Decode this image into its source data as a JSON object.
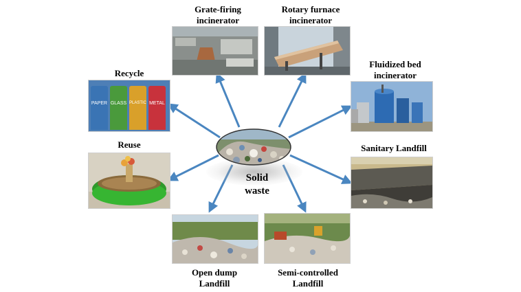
{
  "center": {
    "label": "Solid\nwaste"
  },
  "nodes": [
    {
      "id": "grate",
      "label": "Grate-firing\nincinerator"
    },
    {
      "id": "rotary",
      "label": "Rotary furnace\nincinerator"
    },
    {
      "id": "fluidized",
      "label": "Fluidized bed\nincinerator"
    },
    {
      "id": "sanitary",
      "label": "Sanitary Landfill"
    },
    {
      "id": "semi",
      "label": "Semi-controlled\nLandfill"
    },
    {
      "id": "opendump",
      "label": "Open dump\nLandfill"
    },
    {
      "id": "reuse",
      "label": "Reuse"
    },
    {
      "id": "recycle",
      "label": "Recycle"
    }
  ],
  "recycle_bins": [
    "PAPER",
    "GLASS",
    "PLASTIC",
    "METAL"
  ],
  "colors": {
    "arrow": "#4a86c0",
    "bin_paper": "#3a74b4",
    "bin_glass": "#4a9a3c",
    "bin_plastic": "#d9a02a",
    "bin_metal": "#c8323c"
  }
}
